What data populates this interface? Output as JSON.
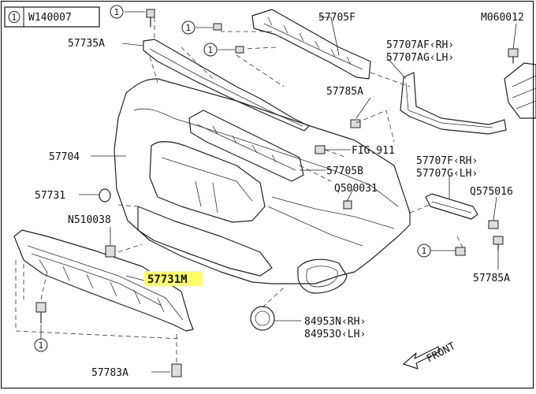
{
  "header": {
    "ref_number": "1",
    "diagram_code": "W140007"
  },
  "callouts": {
    "ref_symbol": "1",
    "part_57705F": "57705F",
    "part_M060012": "M060012",
    "part_57735A": "57735A",
    "part_57707AF": "57707AF‹RH›",
    "part_57707AG": "57707AG‹LH›",
    "part_57785A_top": "57785A",
    "part_57704": "57704",
    "part_FIG911": "FIG.911",
    "part_57705B": "57705B",
    "part_57707F": "57707F‹RH›",
    "part_57707G": "57707G‹LH›",
    "part_57731": "57731",
    "part_Q500031": "Q500031",
    "part_Q575016": "Q575016",
    "part_N510038": "N510038",
    "part_57731M": "57731M",
    "part_57785A_bottom": "57785A",
    "part_84953N": "84953N‹RH›",
    "part_84953O": "84953O‹LH›",
    "part_57783A": "57783A",
    "front_arrow_label": "FRONT"
  },
  "highlight_color": "#ffff66"
}
